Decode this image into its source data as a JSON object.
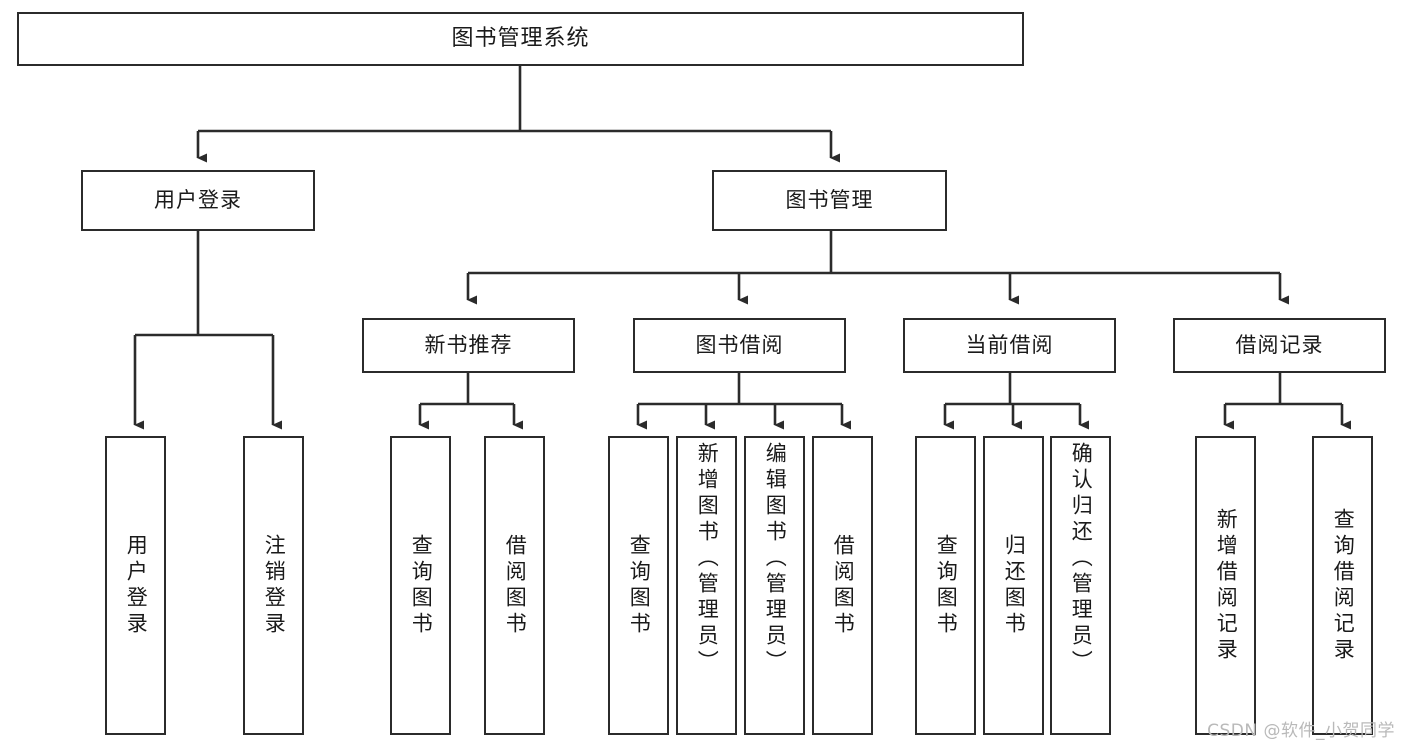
{
  "diagram": {
    "title": "图书管理系统",
    "type": "tree",
    "watermark": "CSDN @软件_小贺同学",
    "colors": {
      "box_border": "#2b2b2b",
      "box_fill": "#ffffff",
      "edge": "#3a3a3a",
      "text": "#1a1a1a",
      "watermark": "#b9b9b9",
      "background": "#ffffff"
    },
    "root": {
      "label": "图书管理系统"
    },
    "level2": [
      {
        "id": "user-login",
        "label": "用户登录"
      },
      {
        "id": "book-manage",
        "label": "图书管理"
      }
    ],
    "level3": [
      {
        "id": "new-book-recommend",
        "label": "新书推荐",
        "parent": "book-manage"
      },
      {
        "id": "book-borrow",
        "label": "图书借阅",
        "parent": "book-manage"
      },
      {
        "id": "current-borrow",
        "label": "当前借阅",
        "parent": "book-manage"
      },
      {
        "id": "borrow-record",
        "label": "借阅记录",
        "parent": "book-manage"
      }
    ],
    "leaves": [
      {
        "id": "leaf-user-login",
        "label": "用户登录",
        "parent": "user-login"
      },
      {
        "id": "leaf-user-logout",
        "label": "注销登录",
        "parent": "user-login"
      },
      {
        "id": "leaf-query-book-1",
        "label": "查询图书",
        "parent": "new-book-recommend"
      },
      {
        "id": "leaf-borrow-book-1",
        "label": "借阅图书",
        "parent": "new-book-recommend"
      },
      {
        "id": "leaf-query-book-2",
        "label": "查询图书",
        "parent": "book-borrow"
      },
      {
        "id": "leaf-add-book",
        "label": "新增图书（管理员）",
        "parent": "book-borrow"
      },
      {
        "id": "leaf-edit-book",
        "label": "编辑图书（管理员）",
        "parent": "book-borrow"
      },
      {
        "id": "leaf-borrow-book-2",
        "label": "借阅图书",
        "parent": "book-borrow"
      },
      {
        "id": "leaf-query-book-3",
        "label": "查询图书",
        "parent": "current-borrow"
      },
      {
        "id": "leaf-return-book",
        "label": "归还图书",
        "parent": "current-borrow"
      },
      {
        "id": "leaf-confirm-return",
        "label": "确认归还（管理员）",
        "parent": "current-borrow"
      },
      {
        "id": "leaf-add-record",
        "label": "新增借阅记录",
        "parent": "borrow-record"
      },
      {
        "id": "leaf-query-record",
        "label": "查询借阅记录",
        "parent": "borrow-record"
      }
    ]
  }
}
